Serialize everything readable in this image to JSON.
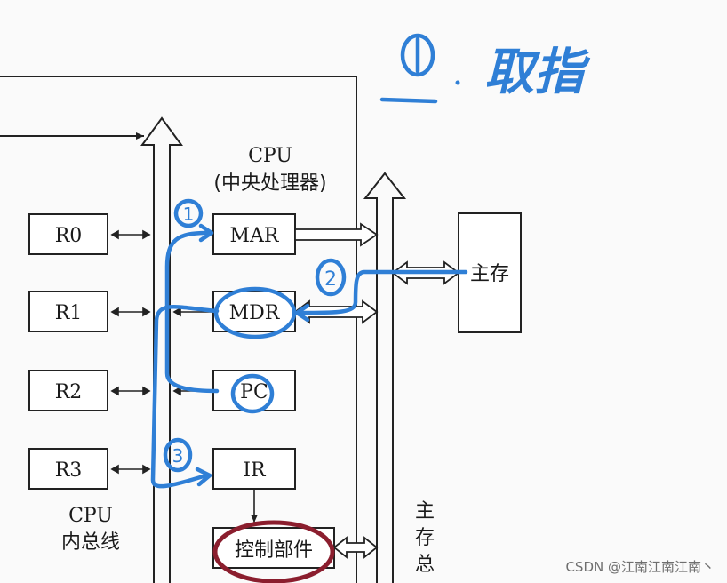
{
  "annotation": {
    "step": "①",
    "title": "取指"
  },
  "cpu": {
    "title": "CPU",
    "subtitle": "(中央处理器)"
  },
  "registers": [
    "R0",
    "R1",
    "R2",
    "R3"
  ],
  "special_registers": {
    "mar": "MAR",
    "mdr": "MDR",
    "pc": "PC",
    "ir": "IR"
  },
  "control_unit": "控制部件",
  "main_memory": "主存",
  "internal_bus": {
    "line1": "CPU",
    "line2": "内总线"
  },
  "system_bus": {
    "chars": [
      "主",
      "存",
      "总"
    ]
  },
  "handwritten_steps": [
    "1",
    "2",
    "3"
  ],
  "watermark": "CSDN @江南江南江南丶",
  "colors": {
    "ink": "#2f7fd6",
    "ink_circle": "#8b1e2e",
    "line": "#222222"
  }
}
